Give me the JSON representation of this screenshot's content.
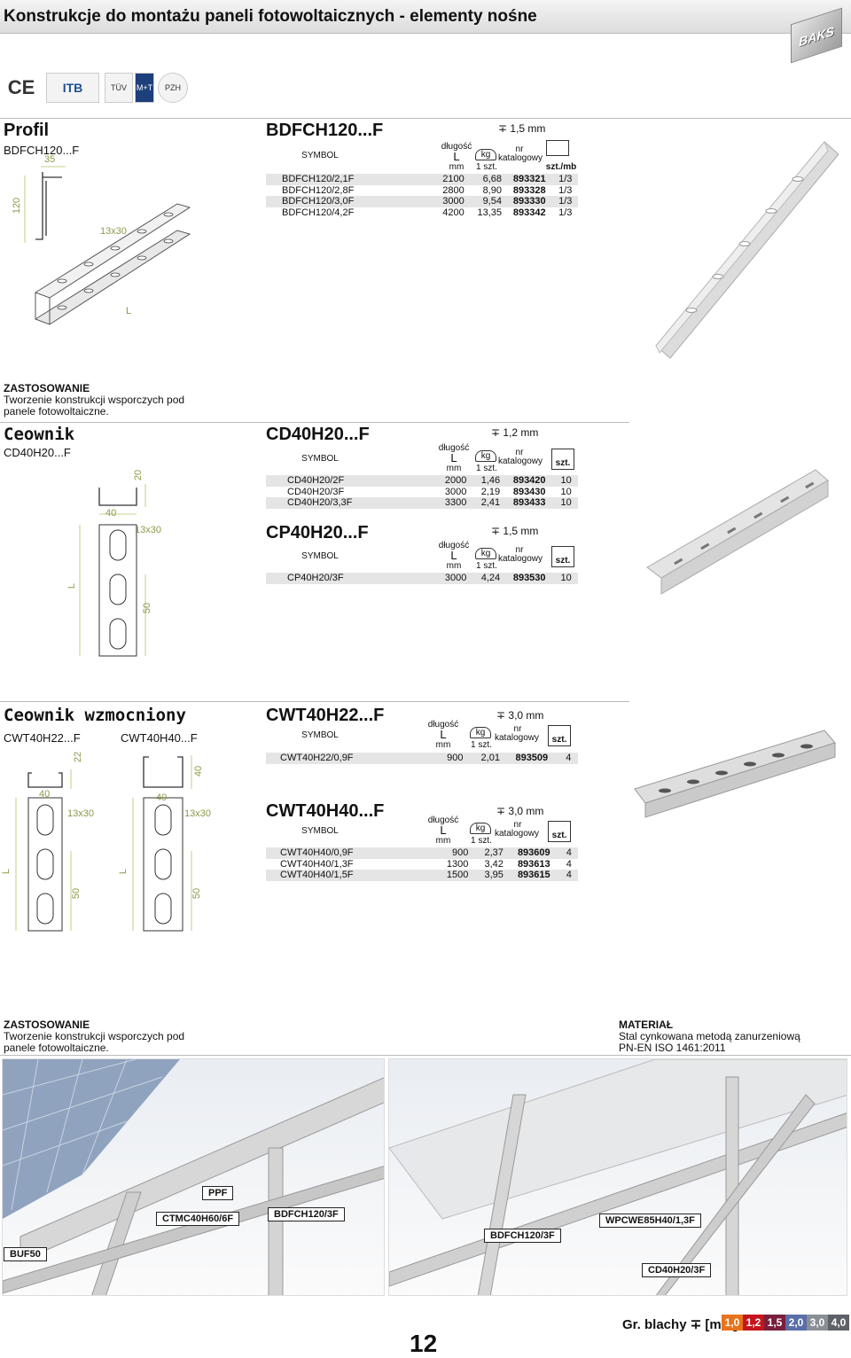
{
  "header": {
    "title": "Konstrukcje do montażu paneli fotowoltaicznych - elementy nośne",
    "logo": "BAKS"
  },
  "certs": [
    "CE",
    "ITB",
    "TÜV",
    "M+T",
    "PZH"
  ],
  "profil": {
    "title": "Profil",
    "subtitle": "BDFCH120...F",
    "dims": {
      "width": "35",
      "height": "120",
      "hole": "13x30",
      "length": "L"
    },
    "code": "BDFCH120...F",
    "thickness": "1,5 mm",
    "head": {
      "symbol": "SYMBOL",
      "len_label": "długość",
      "L": "L",
      "mm": "mm",
      "kg": "kg",
      "one": "1 szt.",
      "nr": "nr",
      "katalogowy": "katalogowy",
      "qty": "szt./mb"
    },
    "rows": [
      {
        "symbol": "BDFCH120/2,1F",
        "length": "2100",
        "kg": "6,68",
        "cat": "893321",
        "qty": "1/3"
      },
      {
        "symbol": "BDFCH120/2,8F",
        "length": "2800",
        "kg": "8,90",
        "cat": "893328",
        "qty": "1/3"
      },
      {
        "symbol": "BDFCH120/3,0F",
        "length": "3000",
        "kg": "9,54",
        "cat": "893330",
        "qty": "1/3"
      },
      {
        "symbol": "BDFCH120/4,2F",
        "length": "4200",
        "kg": "13,35",
        "cat": "893342",
        "qty": "1/3"
      }
    ],
    "zastosowanie_title": "ZASTOSOWANIE",
    "zastosowanie_l1": "Tworzenie konstrukcji wsporczych pod",
    "zastosowanie_l2": "panele fotowoltaiczne."
  },
  "ceownik": {
    "title": "Ceownik",
    "subtitle": "CD40H20...F",
    "dims": {
      "w": "40",
      "h": "20",
      "hole": "13x30",
      "pitch": "50",
      "length": "L"
    },
    "t1": {
      "code": "CD40H20...F",
      "thickness": "1,2 mm",
      "head": {
        "symbol": "SYMBOL",
        "len_label": "długość",
        "L": "L",
        "mm": "mm",
        "kg": "kg",
        "one": "1 szt.",
        "nr": "nr",
        "katalogowy": "katalogowy",
        "qty": "szt."
      },
      "rows": [
        {
          "symbol": "CD40H20/2F",
          "length": "2000",
          "kg": "1,46",
          "cat": "893420",
          "qty": "10"
        },
        {
          "symbol": "CD40H20/3F",
          "length": "3000",
          "kg": "2,19",
          "cat": "893430",
          "qty": "10"
        },
        {
          "symbol": "CD40H20/3,3F",
          "length": "3300",
          "kg": "2,41",
          "cat": "893433",
          "qty": "10"
        }
      ]
    },
    "t2": {
      "code": "CP40H20...F",
      "thickness": "1,5 mm",
      "head": {
        "symbol": "SYMBOL",
        "len_label": "długość",
        "L": "L",
        "mm": "mm",
        "kg": "kg",
        "one": "1 szt.",
        "nr": "nr",
        "katalogowy": "katalogowy",
        "qty": "szt."
      },
      "rows": [
        {
          "symbol": "CP40H20/3F",
          "length": "3000",
          "kg": "4,24",
          "cat": "893530",
          "qty": "10"
        }
      ]
    }
  },
  "wzmocniony": {
    "title": "Ceownik wzmocniony",
    "sub1": "CWT40H22...F",
    "sub2": "CWT40H40...F",
    "dims1": {
      "w": "40",
      "h": "22",
      "hole": "13x30",
      "pitch": "50",
      "length": "L"
    },
    "dims2": {
      "w": "40",
      "h": "40",
      "hole": "13x30",
      "pitch": "50",
      "length": "L"
    },
    "t1": {
      "code": "CWT40H22...F",
      "thickness": "3,0 mm",
      "head": {
        "symbol": "SYMBOL",
        "len_label": "długość",
        "L": "L",
        "mm": "mm",
        "kg": "kg",
        "one": "1 szt.",
        "nr": "nr",
        "katalogowy": "katalogowy",
        "qty": "szt."
      },
      "rows": [
        {
          "symbol": "CWT40H22/0,9F",
          "length": "900",
          "kg": "2,01",
          "cat": "893509",
          "qty": "4"
        }
      ]
    },
    "t2": {
      "code": "CWT40H40...F",
      "thickness": "3,0 mm",
      "head": {
        "symbol": "SYMBOL",
        "len_label": "długość",
        "L": "L",
        "mm": "mm",
        "kg": "kg",
        "one": "1 szt.",
        "nr": "nr",
        "katalogowy": "katalogowy",
        "qty": "szt."
      },
      "rows": [
        {
          "symbol": "CWT40H40/0,9F",
          "length": "900",
          "kg": "2,37",
          "cat": "893609",
          "qty": "4"
        },
        {
          "symbol": "CWT40H40/1,3F",
          "length": "1300",
          "kg": "3,42",
          "cat": "893613",
          "qty": "4"
        },
        {
          "symbol": "CWT40H40/1,5F",
          "length": "1500",
          "kg": "3,95",
          "cat": "893615",
          "qty": "4"
        }
      ]
    }
  },
  "bottom": {
    "zastosowanie_title": "ZASTOSOWANIE",
    "zastosowanie_l1": "Tworzenie konstrukcji wsporczych pod",
    "zastosowanie_l2": "panele fotowoltaiczne.",
    "material_title": "MATERIAŁ",
    "material_l1": "Stal cynkowana metodą zanurzeniową",
    "material_l2": "PN-EN ISO 1461:2011"
  },
  "photo_labels": {
    "ppf": "PPF",
    "ctmc": "CTMC40H60/6F",
    "bdfch_left": "BDFCH120/3F",
    "buf": "BUF50",
    "bdfch_right": "BDFCH120/3F",
    "wpcwe": "WPCWE85H40/1,3F",
    "cd40": "CD40H20/3F"
  },
  "footer": {
    "page": "12",
    "gauge_label": "Gr. blachy ∓ [mm]:",
    "gauges": [
      "1,0",
      "1,2",
      "1,5",
      "2,0",
      "3,0",
      "4,0"
    ],
    "gauge_colors": [
      "#e8731c",
      "#c4161c",
      "#7a1f3d",
      "#5a6ea8",
      "#8a8f96",
      "#5e6167"
    ]
  }
}
